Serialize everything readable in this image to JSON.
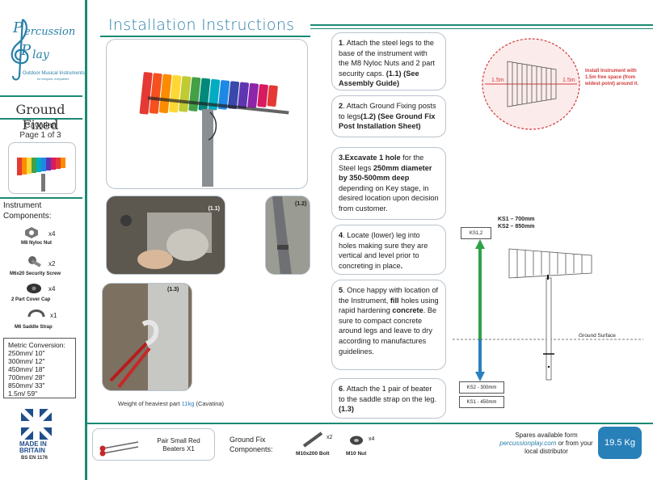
{
  "brand": {
    "logo_line1": "ercussion",
    "logo_line2": "lay",
    "logo_initial1": "P",
    "logo_initial2": "P",
    "tagline": "Outdoor Musical Instruments",
    "tagline_small": "for everyone, everywhere"
  },
  "sidebar": {
    "section_title": "Ground Fixed",
    "product_name": "Cavatina",
    "page_label": "Page 1 of 3",
    "components_heading": "Instrument Components:",
    "components": [
      {
        "count": "x4",
        "label": "M8  Nyloc  Nut",
        "icon": "nut-icon"
      },
      {
        "count": "x2",
        "label": "M6x20 Security Screw",
        "icon": "screw-icon"
      },
      {
        "count": "x4",
        "label": "2 Part Cover Cap",
        "icon": "cap-icon"
      },
      {
        "count": "x1",
        "label": "M6 Saddle Strap",
        "icon": "strap-icon"
      }
    ],
    "metric_heading": "Metric Conversion:",
    "metric_rows": [
      "250mm/ 10\"",
      "300mm/ 12\"",
      "450mm/ 18\"",
      "700mm/ 28\"",
      "850mm/ 33\"",
      "1.5m/ 59\""
    ],
    "made_in": "MADE IN",
    "britain": "BRITAIN",
    "standard": "BS EN 1176"
  },
  "header": {
    "title": "Installation Instructions"
  },
  "photos": {
    "label_1_1": "(1.1)",
    "label_1_2": "(1.2)",
    "label_1_3": "(1.3)",
    "weight_caption_prefix": "Weight of heaviest part ",
    "weight_caption_value": "11kg",
    "weight_caption_suffix": " (Cavatina)"
  },
  "steps": [
    {
      "num": "1",
      "text": ". Attach the steel legs to the base of the instrument with the M8 Nyloc Nuts and 2 part security caps. ",
      "bold": "(1.1) (See Assembly Guide)"
    },
    {
      "num": "2",
      "text": ". Attach Ground Fixing posts to legs",
      "bold": "(1.2) (See Ground Fix Post Installation Sheet)"
    },
    {
      "num": "3",
      "bold_a": ".Excavate 1 hole",
      "text_a": " for the Steel legs ",
      "bold_b": "250mm diameter by 350-500mm deep",
      "text_b": " depending on Key stage, in desired location upon decision from customer."
    },
    {
      "num": "4",
      "text": ". Locate (lower) leg into holes making sure they are vertical and level prior to concreting in place",
      "bold": "."
    },
    {
      "num": "5",
      "text_a": ". Once happy with location of the Instrument, ",
      "bold_a": "fill",
      "text_b": " holes using rapid hardening ",
      "bold_b": "concrete",
      "text_c": ". Be sure to compact concrete around legs and leave to dry according to manufactures guidelines."
    },
    {
      "num": "6",
      "text": ". Attach the 1 pair of beater to the saddle strap on the leg. ",
      "bold": "(1.3)"
    }
  ],
  "diagram": {
    "clearance_left": "1.5m",
    "clearance_right": "1.5m",
    "clearance_note": "Install Instrument with 1.5m free space (from widest point) around it.",
    "ks1_total": "KS1 – 700mm",
    "ks2_total": "KS2 – 850mm",
    "upper_tag": "KS1,2",
    "ground_surface": "Ground Surface",
    "ks2_depth": "KS2 - 300mm",
    "ks1_depth": "KS1 - 450mm",
    "colors": {
      "accent": "#1b8a74",
      "green_arrow": "#2fa24a",
      "blue_arrow": "#2a7fc0",
      "clearance": "#d23b3b"
    }
  },
  "footer": {
    "beaters_label": "Pair Small Red Beaters X1",
    "ground_fix_heading": "Ground Fix Components:",
    "bolt_count": "x2",
    "bolt_label": "M10x200 Bolt",
    "nut_count": "x4",
    "nut_label": "M10 Nut",
    "spares_line1": "Spares available form",
    "spares_site": "percussionplay.com",
    "spares_line2": " or from your",
    "spares_line3": "local distributor",
    "weight": "19.5 Kg"
  }
}
